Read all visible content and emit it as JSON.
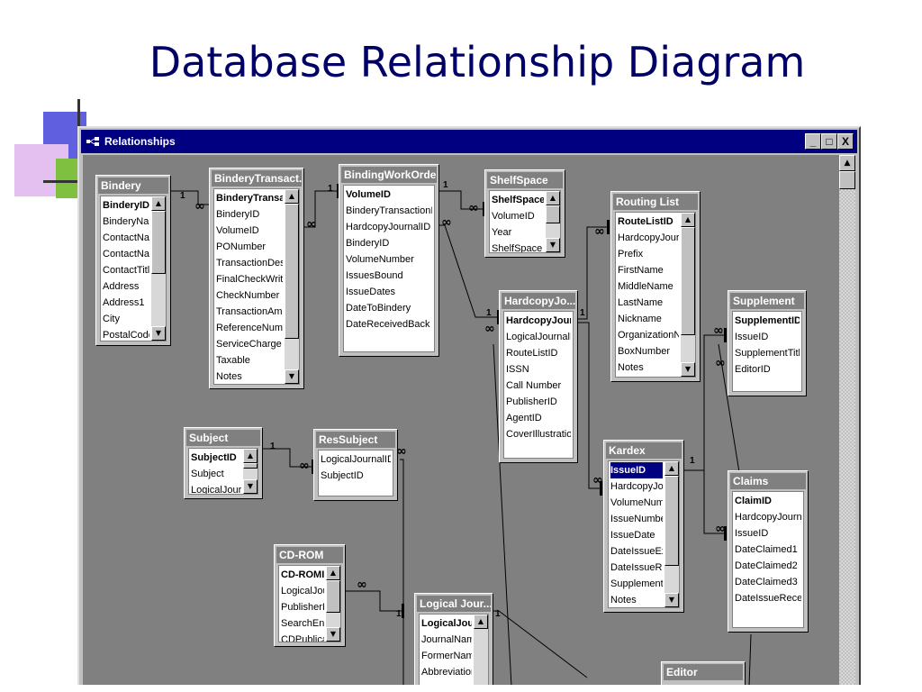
{
  "slide": {
    "title": "Database Relationship Diagram"
  },
  "window": {
    "title": "Relationships",
    "minimize_label": "_",
    "maximize_label": "□",
    "close_label": "X"
  },
  "icons": {
    "up_arrow": "▲",
    "down_arrow": "▼"
  },
  "tables": {
    "bindery": {
      "name": "Bindery",
      "fields": [
        "BinderyID",
        "BinderyName",
        "ContactName",
        "ContactName",
        "ContactTitle",
        "Address",
        "Address1",
        "City",
        "PostalCode"
      ]
    },
    "bindery_transaction": {
      "name": "BinderyTransact...",
      "fields": [
        "BinderyTransactionID",
        "BinderyID",
        "VolumeID",
        "PONumber",
        "TransactionDescription",
        "FinalCheckWritten",
        "CheckNumber",
        "TransactionAmount",
        "ReferenceNumber",
        "ServiceCharge",
        "Taxable",
        "Notes"
      ]
    },
    "binding_work_order": {
      "name": "BindingWorkOrder",
      "fields": [
        "VolumeID",
        "BinderyTransactionID",
        "HardcopyJournalID",
        "BinderyID",
        "VolumeNumber",
        "IssuesBound",
        "IssueDates",
        "DateToBindery",
        "DateReceivedBack"
      ]
    },
    "shelf_space": {
      "name": "ShelfSpace",
      "fields": [
        "ShelfSpaceID",
        "VolumeID",
        "Year",
        "ShelfSpace"
      ]
    },
    "routing_list": {
      "name": "Routing List",
      "fields": [
        "RouteListID",
        "HardcopyJournalID",
        "Prefix",
        "FirstName",
        "MiddleName",
        "LastName",
        "Nickname",
        "OrganizationName",
        "BoxNumber",
        "Notes"
      ]
    },
    "hardcopy_journal": {
      "name": "HardcopyJo...",
      "fields": [
        "HardcopyJournalID",
        "LogicalJournalID",
        "RouteListID",
        "ISSN",
        "Call Number",
        "PublisherID",
        "AgentID",
        "CoverIllustration"
      ]
    },
    "supplement": {
      "name": "Supplement",
      "fields": [
        "SupplementID",
        "IssueID",
        "SupplementTitle",
        "EditorID"
      ]
    },
    "subject": {
      "name": "Subject",
      "fields": [
        "SubjectID",
        "Subject",
        "LogicalJournalID"
      ]
    },
    "res_subject": {
      "name": "ResSubject",
      "fields": [
        "LogicalJournalID",
        "SubjectID"
      ]
    },
    "kardex": {
      "name": "Kardex",
      "fields": [
        "IssueID",
        "HardcopyJournalID",
        "VolumeNumber",
        "IssueNumber",
        "IssueDate",
        "DateIssueExpected",
        "DateIssueReceived",
        "SupplementID",
        "Notes"
      ]
    },
    "claims": {
      "name": "Claims",
      "fields": [
        "ClaimID",
        "HardcopyJournalID",
        "IssueID",
        "DateClaimed1",
        "DateClaimed2",
        "DateClaimed3",
        "DateIssueReceived"
      ]
    },
    "cd_rom": {
      "name": "CD-ROM",
      "fields": [
        "CD-ROMID",
        "LogicalJournalID",
        "PublisherID",
        "SearchEngine",
        "CDPublication"
      ]
    },
    "logical_journal": {
      "name": "Logical Jour...",
      "fields": [
        "LogicalJournalID",
        "JournalName",
        "FormerName",
        "Abbreviation"
      ]
    },
    "editor": {
      "name": "Editor",
      "fields": []
    }
  },
  "relationship_labels": {
    "one": "1",
    "many": "∞"
  }
}
